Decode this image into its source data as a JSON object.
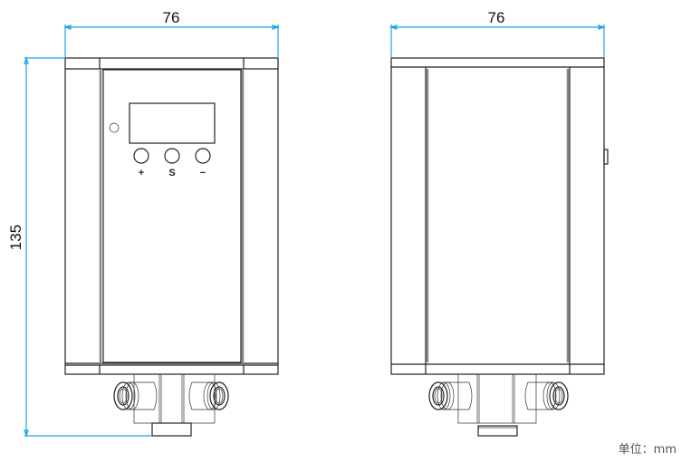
{
  "front_view": {
    "width_dimension": "76",
    "height_dimension": "135",
    "button_labels": [
      "+",
      "S",
      "−"
    ]
  },
  "side_view": {
    "width_dimension": "76"
  },
  "unit_note": "单位：mm",
  "colors": {
    "dimension_line": "#1aa3e8",
    "outline": "#222222"
  }
}
